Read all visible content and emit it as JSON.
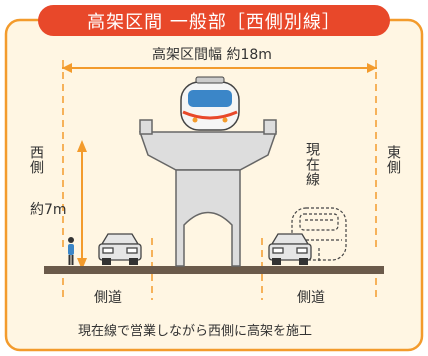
{
  "title": "高架区間 一般部［西側別線］",
  "labels": {
    "span_width": "高架区間幅 約18m",
    "west": "西側",
    "east": "東側",
    "height": "約7m",
    "current_line": "現在線",
    "side_road_left": "側道",
    "side_road_right": "側道",
    "caption": "現在線で営業しながら西側に高架を施工"
  },
  "colors": {
    "frame": "#f39b2c",
    "banner": "#e8482a",
    "panel_fill": "#fff6e3",
    "ground": "#6b5a4a",
    "pier": "#dddddd",
    "arrow": "#f39b2c"
  }
}
